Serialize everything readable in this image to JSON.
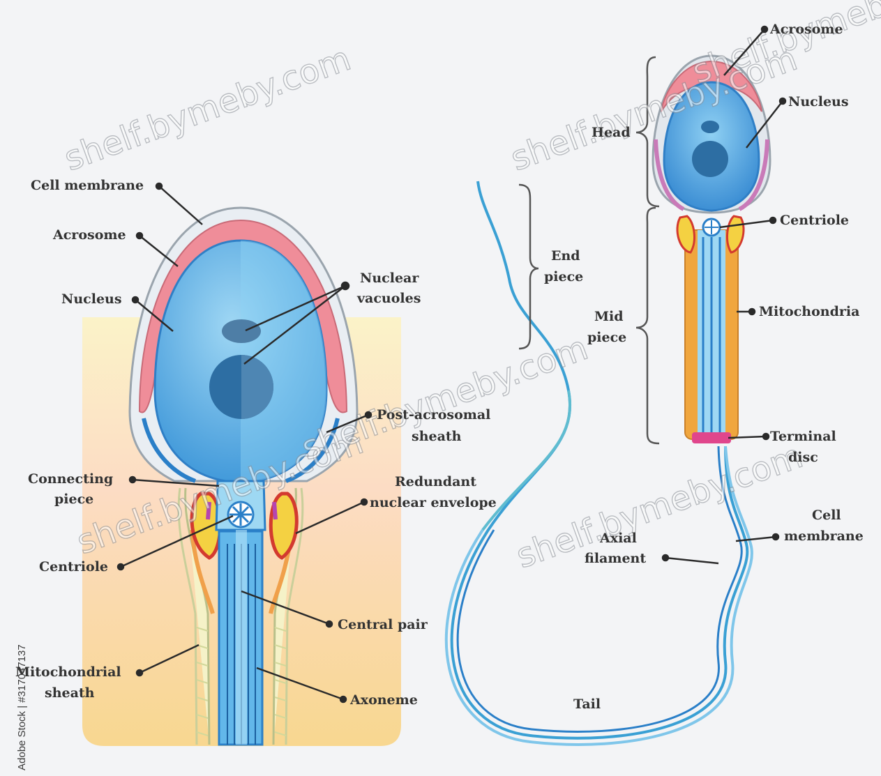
{
  "left_labels": {
    "cell_membrane": "Cell membrane",
    "acrosome": "Acrosome",
    "nucleus": "Nucleus",
    "nuclear_vacuoles_1": "Nuclear",
    "nuclear_vacuoles_2": "vacuoles",
    "post_acrosomal_1": "Post-acrosomal",
    "post_acrosomal_2": "sheath",
    "connecting_piece_1": "Connecting",
    "connecting_piece_2": "piece",
    "redundant_1": "Redundant",
    "redundant_2": "nuclear envelope",
    "centriole": "Centriole",
    "central_pair": "Central pair",
    "mito_sheath_1": "Mitochondrial",
    "mito_sheath_2": "sheath",
    "axoneme": "Axoneme"
  },
  "right_labels": {
    "acrosome": "Acrosome",
    "nucleus": "Nucleus",
    "head": "Head",
    "centriole": "Centriole",
    "end_piece_1": "End",
    "end_piece_2": "piece",
    "mid_piece_1": "Mid",
    "mid_piece_2": "piece",
    "mitochondria": "Mitochondria",
    "terminal_disc_1": "Terminal",
    "terminal_disc_2": "disc",
    "cell_membrane_1": "Cell",
    "cell_membrane_2": "membrane",
    "axial_filament_1": "Axial",
    "axial_filament_2": "filament",
    "tail": "Tail"
  },
  "watermarks": [
    "shelf.bymeby.com",
    "shelf.bymeby.com",
    "shelf.bymeby.com",
    "shelf.bymeby.com",
    "shelf.bymeby.com",
    "shelf.bymeby.com"
  ],
  "stock_credit": "Adobe Stock | #317047137",
  "colors": {
    "head_blue": "#4fa6df",
    "acrosome_pink": "#ee8a97",
    "mito_orange": "#e9a23a",
    "red_outline": "#d6362f",
    "disc_magenta": "#e0468c",
    "bg_peach": "#fbe3c8"
  }
}
